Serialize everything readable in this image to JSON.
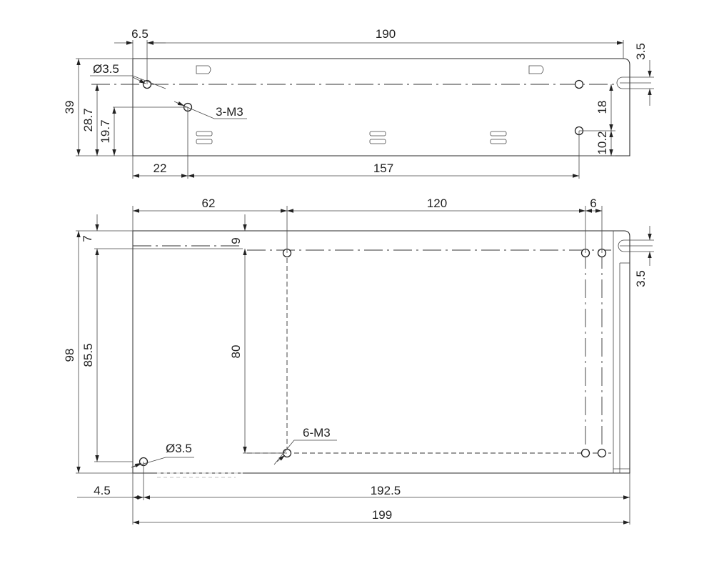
{
  "top_view": {
    "dims": {
      "offset_6_5": "6.5",
      "length_190": "190",
      "height_39": "39",
      "height_28_7": "28.7",
      "height_19_7": "19.7",
      "pitch_22": "22",
      "pitch_157": "157",
      "spacing_18": "18",
      "height_10_2": "10.2",
      "slot_3_5": "3.5"
    },
    "callouts": {
      "hole_diameter": "Ø3.5",
      "threads": "3-M3"
    }
  },
  "bottom_view": {
    "dims": {
      "width_62": "62",
      "width_120": "120",
      "width_6": "6",
      "depth_7": "7",
      "depth_9": "9",
      "depth_98": "98",
      "depth_85_5": "85.5",
      "depth_80": "80",
      "slot_3_5": "3.5",
      "offset_4_5": "4.5",
      "length_192_5": "192.5",
      "length_199": "199"
    },
    "callouts": {
      "hole_diameter": "Ø3.5",
      "threads": "6-M3"
    }
  }
}
